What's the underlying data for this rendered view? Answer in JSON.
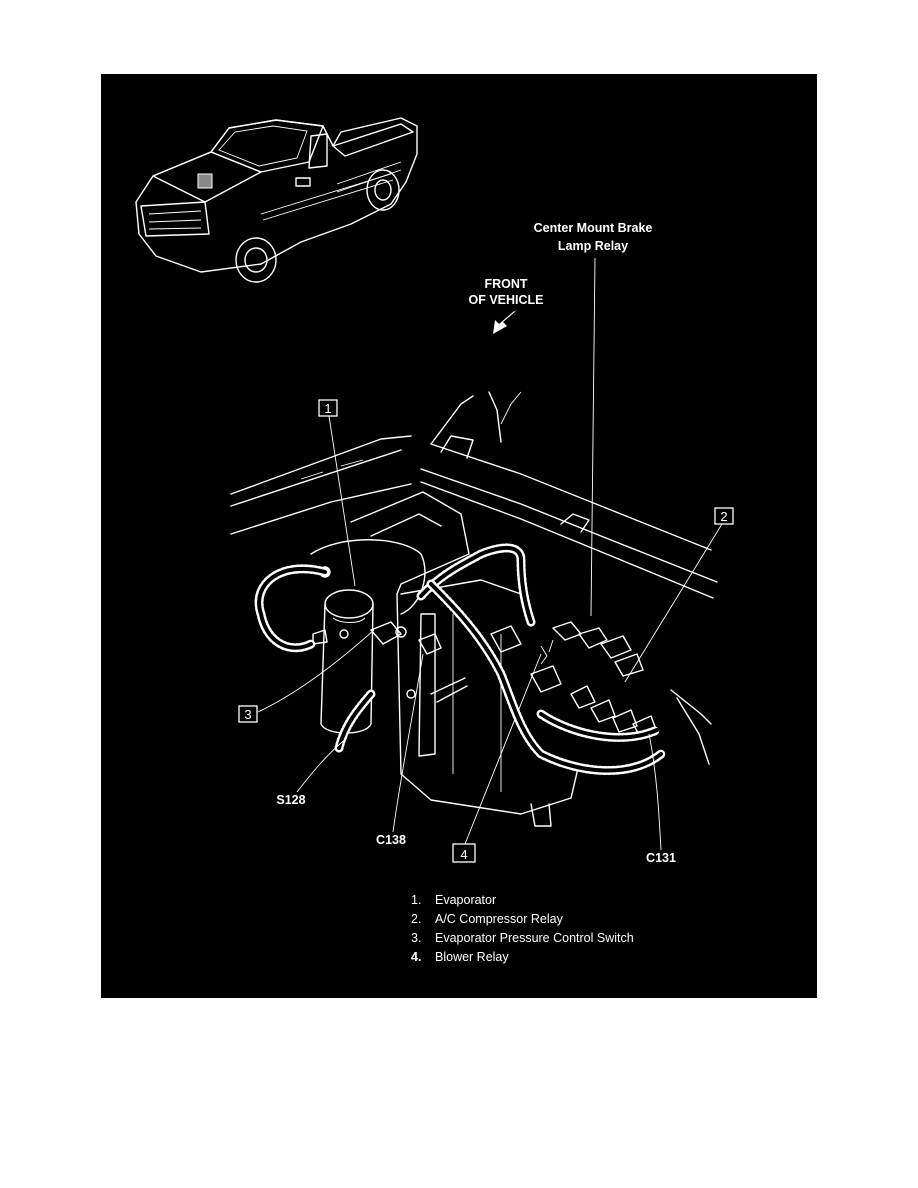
{
  "labels": {
    "relay_callout_line1": "Center Mount Brake",
    "relay_callout_line2": "Lamp Relay",
    "front_line1": "FRONT",
    "front_line2": "OF VEHICLE",
    "s128": "S128",
    "c138": "C138",
    "c131": "C131"
  },
  "markers": [
    "1",
    "2",
    "3",
    "4"
  ],
  "legend": [
    {
      "number": "1.",
      "text": "Evaporator"
    },
    {
      "number": "2.",
      "text": "A/C Compressor Relay"
    },
    {
      "number": "3.",
      "text": "Evaporator Pressure Control Switch"
    },
    {
      "number": "4.",
      "text": "Blower Relay"
    }
  ],
  "colors": {
    "background": "#000000",
    "ink": "#ffffff",
    "page": "#ffffff"
  },
  "icons": [
    "pickup-truck-locator-icon",
    "front-arrow-icon"
  ]
}
